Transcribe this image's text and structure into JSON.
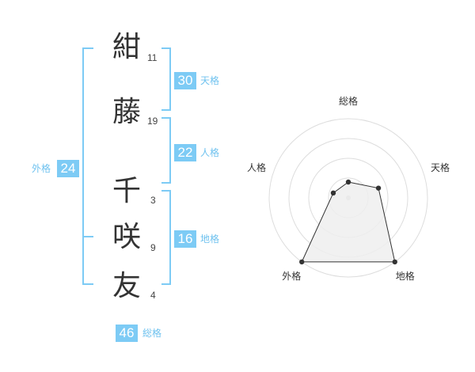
{
  "chars": [
    {
      "char": "紺",
      "strokes": "11"
    },
    {
      "char": "藤",
      "strokes": "19"
    },
    {
      "char": "千",
      "strokes": "3"
    },
    {
      "char": "咲",
      "strokes": "9"
    },
    {
      "char": "友",
      "strokes": "4"
    }
  ],
  "fortunes": {
    "tenkaku": {
      "label": "天格",
      "value": "30"
    },
    "jinkaku": {
      "label": "人格",
      "value": "22"
    },
    "chikaku": {
      "label": "地格",
      "value": "16"
    },
    "gaikaku": {
      "label": "外格",
      "value": "24"
    },
    "soukaku": {
      "label": "総格",
      "value": "46"
    }
  },
  "colors": {
    "accent": "#7dcbf5",
    "accent_text": "#6fc2ef",
    "radar_fill": "#eeeeee",
    "radar_line": "#333333"
  },
  "chart_data": {
    "type": "radar",
    "axes": [
      "総格",
      "天格",
      "地格",
      "外格",
      "人格"
    ],
    "values": [
      1,
      2,
      5,
      5,
      1
    ],
    "max": 5,
    "rings": 4,
    "grid": true
  }
}
